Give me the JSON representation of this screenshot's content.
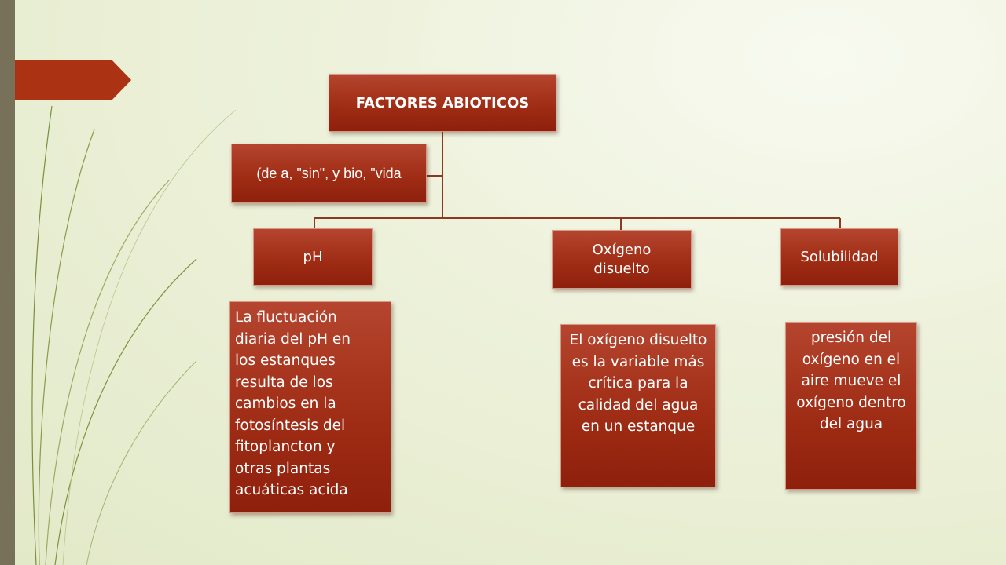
{
  "diagram": {
    "root": "FACTORES ABIOTICOS",
    "root_note": "(de a, \"sin\", y bio, \"vida",
    "branches": [
      {
        "label": "pH",
        "description": "La fluctuación\ndiaria del pH en\nlos estanques\nresulta de los\ncambios en la\nfotosíntesis del\nfitoplancton y\notras plantas\nacuáticas acida"
      },
      {
        "label": "Oxígeno disuelto",
        "description": "El oxígeno disuelto es la variable más crítica para la calidad del agua en un estanque"
      },
      {
        "label": "Solubilidad",
        "description": "presión del oxígeno en el aire mueve el oxígeno dentro del agua"
      }
    ]
  },
  "colors": {
    "box_fill": "#a02d15",
    "accent": "#ab3212",
    "sidebar": "#77715a",
    "connector": "#8a3a22",
    "background": "#eef2dc"
  }
}
